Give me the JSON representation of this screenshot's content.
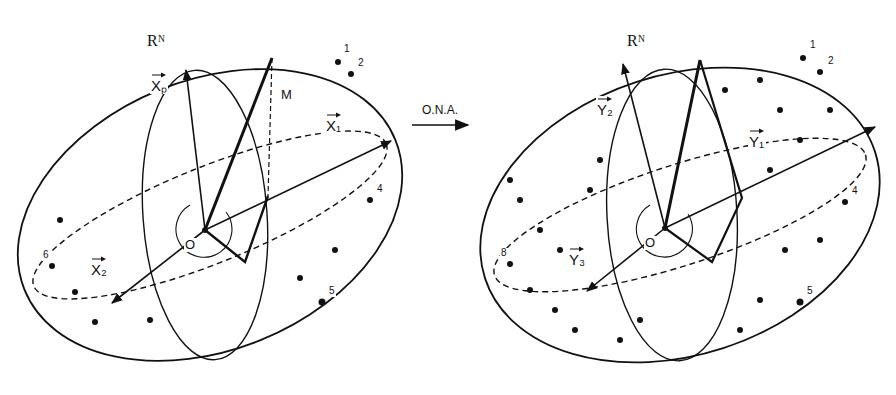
{
  "diagram": {
    "nodes": [
      {
        "text": [
          "Rᴺ"
        ]
      },
      {
        "text": [
          "Rᴺ"
        ]
      }
    ],
    "edges": [
      {
        "from": 0,
        "to": 1,
        "arrow": "to",
        "label": "O.N.A."
      }
    ],
    "labels": [
      "Xₚ",
      "M",
      "X₁",
      "O",
      "X₂",
      "1",
      "2",
      "4",
      "5",
      "6",
      "Y₂",
      "Y₁",
      "O",
      "Y₃",
      "1",
      "2",
      "4",
      "5",
      "8"
    ]
  }
}
